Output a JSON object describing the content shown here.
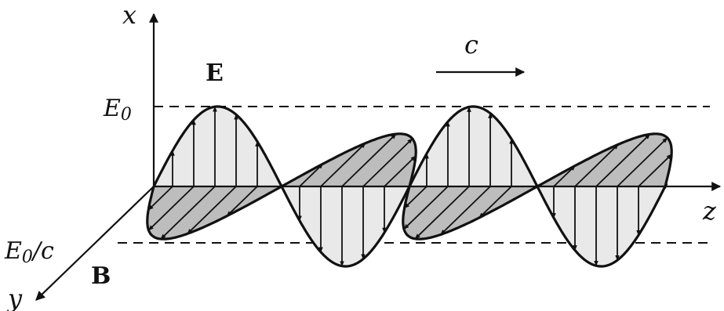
{
  "labels": {
    "x_axis": "x",
    "y_axis": "y",
    "z_axis": "z",
    "e_field": "E",
    "b_field": "B",
    "e_amplitude": "E",
    "e_amplitude_sub": "0",
    "b_amplitude": "E",
    "b_amplitude_sub": "0",
    "b_amplitude_suffix": "/c",
    "speed": "c"
  },
  "colors": {
    "line": "#111111",
    "e_fill": "#e9e9e9",
    "b_fill": "#bdbdbd",
    "b_fill_dark": "#a9a9a9"
  }
}
